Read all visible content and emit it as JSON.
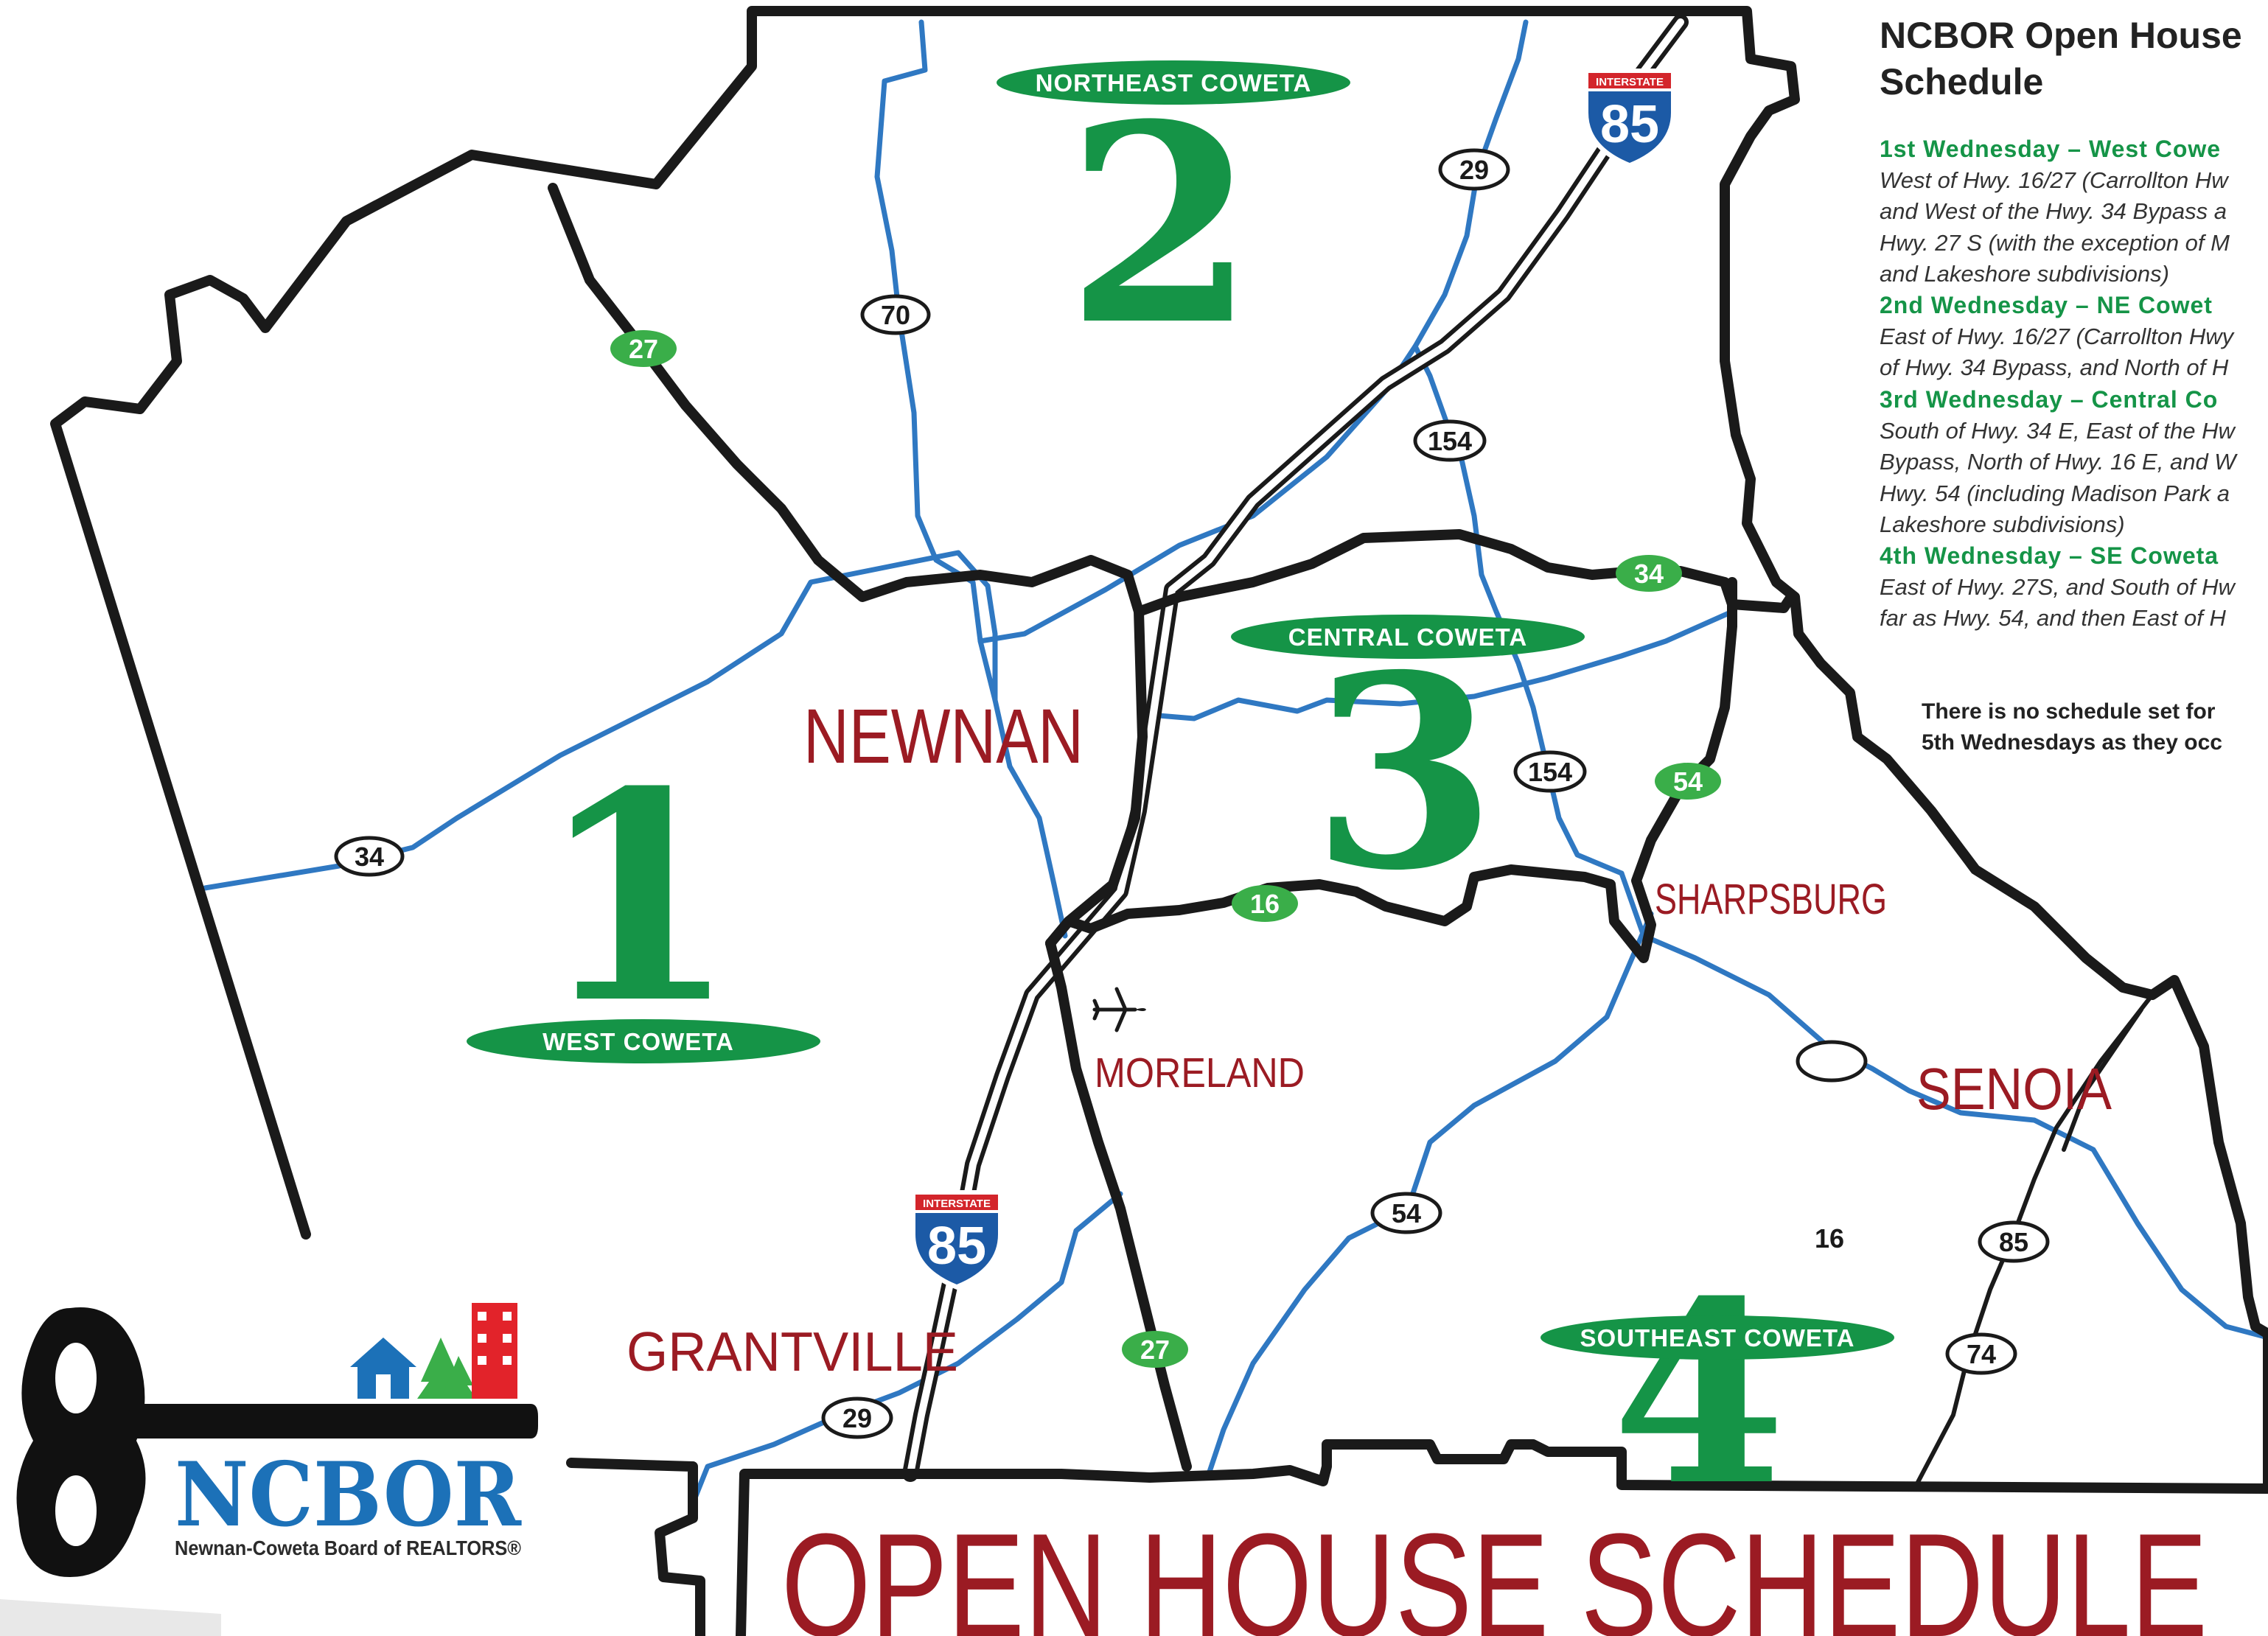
{
  "towns": {
    "newnan": "NEWNAN",
    "sharpsburg": "SHARPSBURG",
    "moreland": "MORELAND",
    "senoia": "SENOIA",
    "grantville": "GRANTVILLE"
  },
  "zones": [
    {
      "number": "1",
      "label": "WEST COWETA"
    },
    {
      "number": "2",
      "label": "NORTHEAST COWETA"
    },
    {
      "number": "3",
      "label": "CENTRAL COWETA"
    },
    {
      "number": "4",
      "label": "SOUTHEAST COWETA"
    }
  ],
  "routes": {
    "us_27_north": "27",
    "us_27_south": "27",
    "sr_34_west": "34",
    "sr_34_east": "34",
    "sr_70": "70",
    "sr_29_north": "29",
    "sr_29_south": "29",
    "sr_154_north": "154",
    "sr_154_south": "154",
    "sr_16_green": "16",
    "sr_16_plain": "16",
    "sr_54_green": "54",
    "sr_54_south": "54",
    "sr_85": "85",
    "sr_74": "74"
  },
  "interstate": {
    "banner": "INTERSTATE",
    "number": "85"
  },
  "airport_icon": "airplane-icon",
  "logo": {
    "name": "NCBOR",
    "subtitle": "Newnan-Coweta Board of REALTORS®",
    "icon": "key-with-houses-icon"
  },
  "schedule": {
    "title_lines": [
      "NCBOR Open House",
      "Schedule"
    ],
    "sections": [
      {
        "heading": "1st Wednesday – West Cowe",
        "lines": [
          "West of Hwy. 16/27 (Carrollton Hw",
          "and West of the Hwy. 34 Bypass a",
          "Hwy. 27 S (with the exception of M",
          "and Lakeshore subdivisions)"
        ]
      },
      {
        "heading": "2nd Wednesday – NE Cowet",
        "lines": [
          "East of Hwy. 16/27 (Carrollton Hwy",
          "of Hwy. 34 Bypass, and North of H"
        ]
      },
      {
        "heading": "3rd Wednesday – Central Co",
        "lines": [
          "South of Hwy. 34 E, East of the Hw",
          "Bypass, North of Hwy. 16 E, and W",
          "Hwy. 54 (including Madison Park a",
          "Lakeshore subdivisions)"
        ]
      },
      {
        "heading": "4th Wednesday – SE Coweta",
        "lines": [
          "East of Hwy. 27S, and South of Hw",
          "far as Hwy. 54, and then East of H"
        ]
      }
    ],
    "note_lines": [
      "There is no schedule set for",
      "5th Wednesdays as they occ"
    ]
  },
  "footer_title": "OPEN HOUSE SCHEDULE",
  "colors": {
    "boundary": "#1a1a1a",
    "road_blue": "#2f78c2",
    "zone_green": "#159447",
    "route_green": "#3aae49",
    "town_red": "#9b1b23",
    "logo_blue": "#1c71b8",
    "logo_red": "#e2232a",
    "shield_blue": "#1c5aa6",
    "shield_red": "#d3252b"
  }
}
